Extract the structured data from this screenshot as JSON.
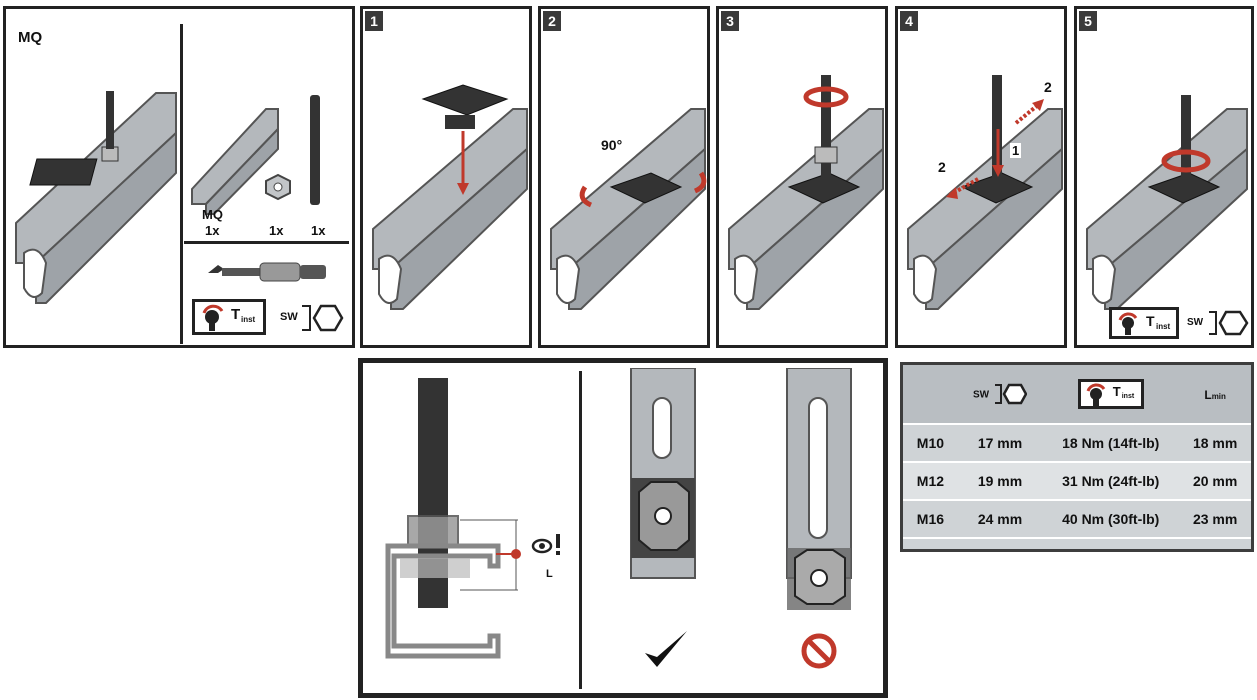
{
  "overview": {
    "title": "MQ",
    "parts": [
      {
        "name": "MQ",
        "qty": "1x"
      },
      {
        "name": "",
        "qty": "1x"
      },
      {
        "name": "",
        "qty": "1x"
      }
    ],
    "torque_symbol": "T",
    "torque_sub": "inst",
    "sw_label": "SW"
  },
  "steps": [
    {
      "number": "1"
    },
    {
      "number": "2",
      "annotation": "90°"
    },
    {
      "number": "3"
    },
    {
      "number": "4",
      "arrow_a": "2",
      "arrow_b": "2",
      "push": "1"
    },
    {
      "number": "5",
      "torque_symbol": "T",
      "torque_sub": "inst",
      "sw_label": "SW"
    }
  ],
  "check": {
    "length_label": "L"
  },
  "table": {
    "header": {
      "sw": "SW",
      "torque_symbol": "T",
      "torque_sub": "inst",
      "lmin_symbol": "L",
      "lmin_sub": "min"
    },
    "rows": [
      {
        "size": "M10",
        "sw": "17 mm",
        "torque": "18 Nm (14ft-lb)",
        "lmin": "18 mm"
      },
      {
        "size": "M12",
        "sw": "19 mm",
        "torque": "31 Nm (24ft-lb)",
        "lmin": "20 mm"
      },
      {
        "size": "M16",
        "sw": "24 mm",
        "torque": "40 Nm (30ft-lb)",
        "lmin": "23 mm"
      }
    ]
  },
  "colors": {
    "accent": "#c0392b",
    "steel": "#b4b8bc",
    "steel_dark": "#6e7378",
    "ink": "#222222"
  }
}
